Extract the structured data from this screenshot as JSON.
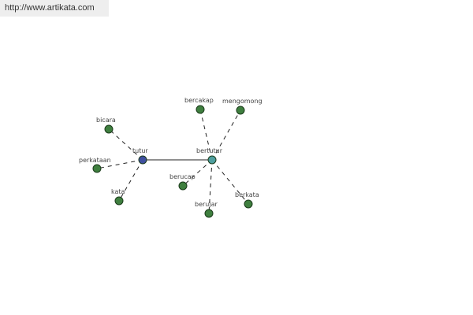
{
  "header": {
    "url": "http://www.artikata.com"
  },
  "graph": {
    "colors": {
      "edge": "#222222",
      "node_default": "#3f7f3f",
      "node_root": "#3f4f9f",
      "node_secondary": "#4f9f9f",
      "node_stroke": "#1a3a1a"
    },
    "nodes": [
      {
        "id": "tutur",
        "label": "tutur",
        "kind": "root"
      },
      {
        "id": "bertutur",
        "label": "bertutur",
        "kind": "secondary"
      },
      {
        "id": "bicara",
        "label": "bicara",
        "kind": "word"
      },
      {
        "id": "perkataan",
        "label": "perkataan",
        "kind": "word"
      },
      {
        "id": "kata",
        "label": "kata",
        "kind": "word"
      },
      {
        "id": "bercakap",
        "label": "bercakap",
        "kind": "word"
      },
      {
        "id": "mengomong",
        "label": "mengomong",
        "kind": "word"
      },
      {
        "id": "berucap",
        "label": "berucap",
        "kind": "word"
      },
      {
        "id": "berujar",
        "label": "berujar",
        "kind": "word"
      },
      {
        "id": "berkata",
        "label": "berkata",
        "kind": "word"
      }
    ],
    "edges": [
      {
        "from": "tutur",
        "to": "bertutur",
        "style": "solid"
      },
      {
        "from": "tutur",
        "to": "bicara",
        "style": "dashed"
      },
      {
        "from": "tutur",
        "to": "perkataan",
        "style": "dashed"
      },
      {
        "from": "tutur",
        "to": "kata",
        "style": "dashed"
      },
      {
        "from": "bertutur",
        "to": "bercakap",
        "style": "dashed"
      },
      {
        "from": "bertutur",
        "to": "mengomong",
        "style": "dashed"
      },
      {
        "from": "bertutur",
        "to": "berucap",
        "style": "dashed"
      },
      {
        "from": "bertutur",
        "to": "berujar",
        "style": "dashed"
      },
      {
        "from": "bertutur",
        "to": "berkata",
        "style": "dashed"
      }
    ]
  }
}
